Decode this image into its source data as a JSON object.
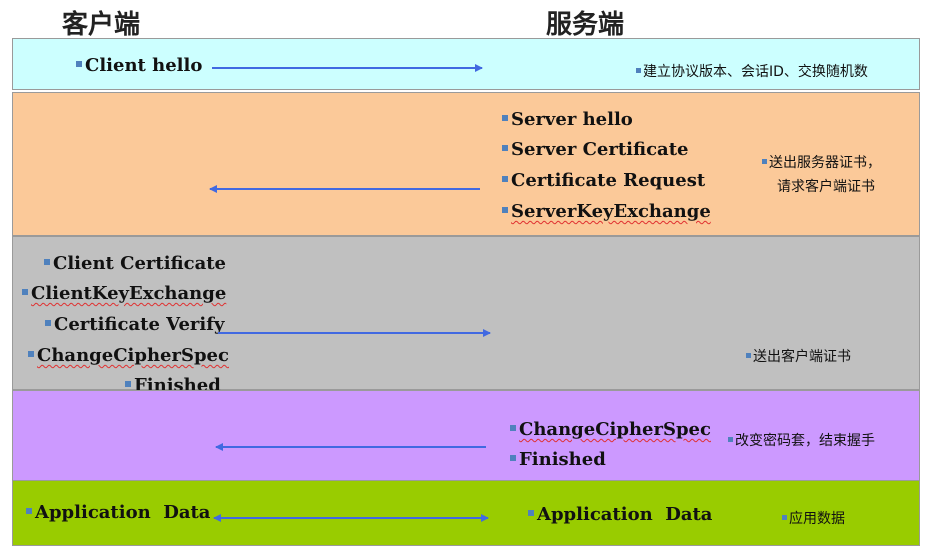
{
  "headers": {
    "client": "客户端",
    "server": "服务端"
  },
  "colors": {
    "band1": "#ccffff",
    "band2": "#fbc999",
    "band3": "#c0c0c0",
    "band4": "#cc99ff",
    "band5": "#99cc00",
    "arrow": "#4169e1",
    "bullet": "#4f81bd"
  },
  "steps": [
    {
      "client_msgs": [
        "Client hello"
      ],
      "server_msgs": [],
      "note": [
        "建立协议版本、会话ID、交换随机数"
      ],
      "direction": "client-to-server"
    },
    {
      "client_msgs": [],
      "server_msgs": [
        "Server hello",
        "Server Certificate",
        "Certificate Request",
        "ServerKeyExchange"
      ],
      "note": [
        "送出服务器证书，",
        "请求客户端证书"
      ],
      "direction": "server-to-client"
    },
    {
      "client_msgs": [
        "Client Certificate",
        "ClientKeyExchange",
        "Certificate Verify",
        "ChangeCipherSpec",
        "Finished"
      ],
      "server_msgs": [],
      "note": [
        "送出客户端证书"
      ],
      "direction": "client-to-server"
    },
    {
      "client_msgs": [],
      "server_msgs": [
        "ChangeCipherSpec",
        "Finished"
      ],
      "note": [
        "改变密码套，结束握手"
      ],
      "direction": "server-to-client"
    },
    {
      "client_msgs": [
        "Application  Data"
      ],
      "server_msgs": [
        "Application  Data"
      ],
      "note": [
        "应用数据"
      ],
      "direction": "bidirectional"
    }
  ]
}
